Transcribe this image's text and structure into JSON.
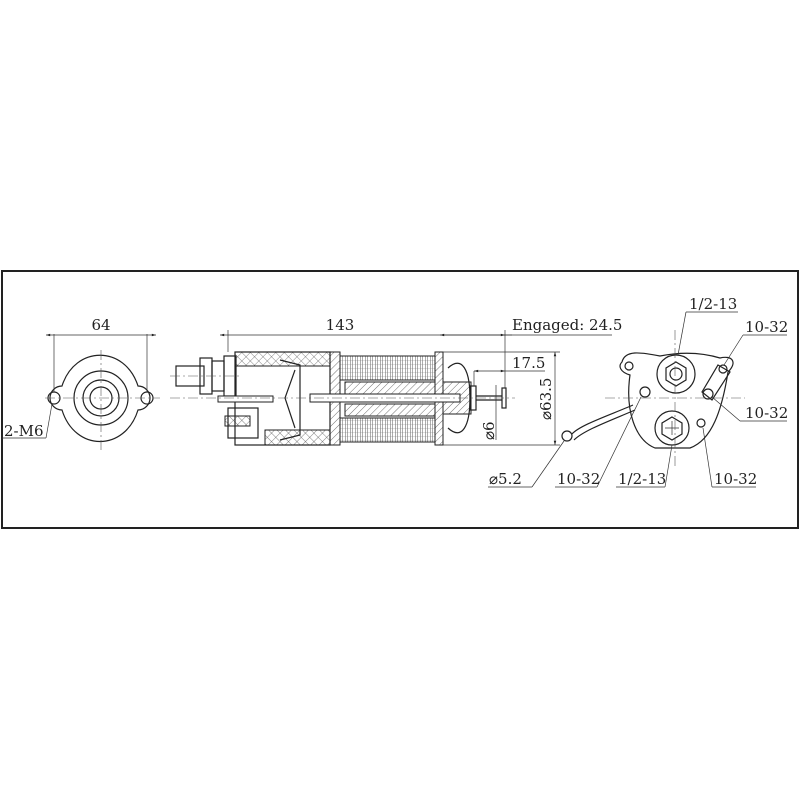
{
  "drawing": {
    "front_view": {
      "width_dim": "64",
      "holes_label": "2-M6"
    },
    "side_view": {
      "length_dim": "143",
      "engaged_label": "Engaged: 24.5",
      "stroke_dim": "17.5",
      "diameter_body": "⌀63.5",
      "diameter_plunger": "⌀6",
      "eyelet_diameter": "⌀5.2"
    },
    "rear_view": {
      "top_terminal": "1/2-13",
      "upper_right_terminal": "10-32",
      "right_terminal": "10-32",
      "lower_right_terminal": "10-32",
      "bottom_terminal": "1/2-13",
      "left_terminal": "10-32"
    }
  }
}
